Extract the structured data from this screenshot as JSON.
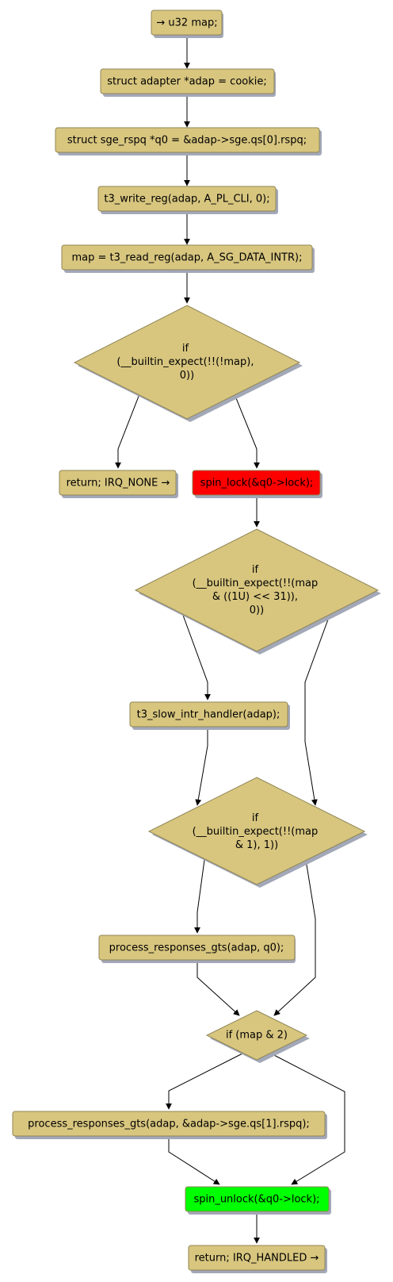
{
  "colors": {
    "node_fill": "#d8c67f",
    "node_border": "#8f8556",
    "lock_fill": "#ff0000",
    "unlock_fill": "#00ff00",
    "edge": "#000000",
    "shadow": "#a3a8b8"
  },
  "nodes": {
    "entry": "→ u32 map;",
    "adap": "struct adapter *adap = cookie;",
    "q0": "struct sge_rspq *q0 = &adap->sge.qs[0].rspq;",
    "write_reg": "t3_write_reg(adap, A_PL_CLI, 0);",
    "read_reg": "map = t3_read_reg(adap, A_SG_DATA_INTR);",
    "cond_map": [
      "if",
      "(__builtin_expect(!!(!map),",
      "0))"
    ],
    "return_none": "return; IRQ_NONE →",
    "spin_lock": "spin_lock(&q0->lock);",
    "cond_slow": [
      "if",
      "(__builtin_expect(!!(map",
      "& ((1U) << 31)),",
      "0))"
    ],
    "slow_handler": "t3_slow_intr_handler(adap);",
    "cond_bit0": [
      "if",
      "(__builtin_expect(!!(map",
      "& 1), 1))"
    ],
    "process_q0": "process_responses_gts(adap, q0);",
    "cond_bit1": "if (map & 2)",
    "process_q1": "process_responses_gts(adap, &adap->sge.qs[1].rspq);",
    "spin_unlock": "spin_unlock(&q0->lock);",
    "return_handled": "return; IRQ_HANDLED →"
  }
}
